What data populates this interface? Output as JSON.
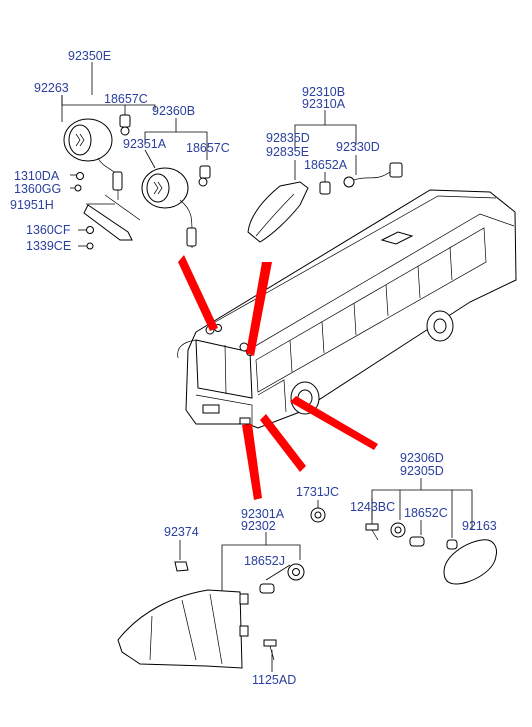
{
  "labels": {
    "l_92350E": "92350E",
    "l_92263": "92263",
    "l_18657C_a": "18657C",
    "l_92360B": "92360B",
    "l_92351A": "92351A",
    "l_18657C_b": "18657C",
    "l_1310DA": "1310DA",
    "l_1360GG": "1360GG",
    "l_91951H": "91951H",
    "l_1360CF": "1360CF",
    "l_1339CE": "1339CE",
    "l_92310B": "92310B",
    "l_92310A": "92310A",
    "l_92835D": "92835D",
    "l_92835E": "92835E",
    "l_92330D": "92330D",
    "l_18652A": "18652A",
    "l_92306D": "92306D",
    "l_92305D": "92305D",
    "l_1731JC": "1731JC",
    "l_1243BC": "1243BC",
    "l_18652C": "18652C",
    "l_92163": "92163",
    "l_92374": "92374",
    "l_92301A": "92301A",
    "l_92302": "92302",
    "l_18652J": "18652J",
    "l_1125AD": "1125AD"
  },
  "colors": {
    "label": "#2a3f9e",
    "arrow": "#ff0000",
    "line": "#000000"
  }
}
